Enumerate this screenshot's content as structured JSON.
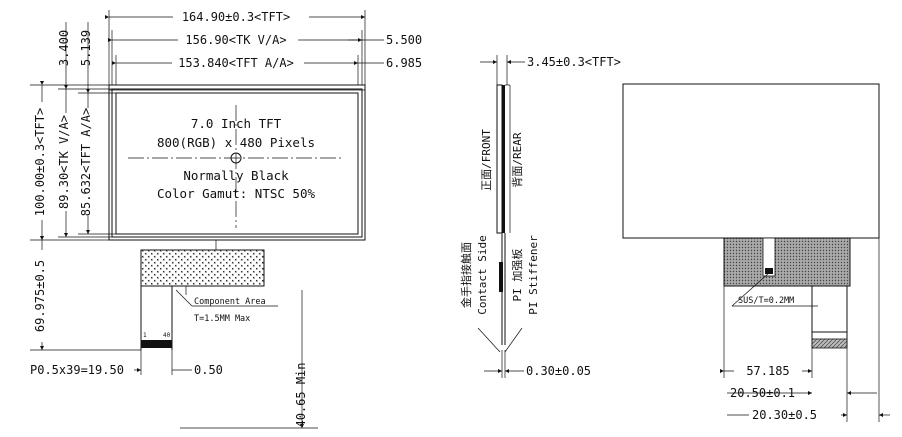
{
  "front_view": {
    "dim_width_tft": "164.90±0.3<TFT>",
    "dim_width_tk_va": "156.90<TK V/A>",
    "dim_width_tft_aa": "153.840<TFT A/A>",
    "dim_right_top": "5.500",
    "dim_right_aa": "6.985",
    "dim_top_3400": "3.400",
    "dim_top_5139": "5.139",
    "dim_height_tft": "100.00±0.3<TFT>",
    "dim_height_tk_va": "89.30<TK V/A>",
    "dim_height_tft_aa": "85.632<TFT A/A>",
    "dim_fpc_height": "69.975±0.5",
    "dim_pitch": "P0.5x39=19.50",
    "dim_pin_width": "0.50",
    "dim_fpc_min": "40.65 Min",
    "component_area_label": "Component Area",
    "component_thickness": "T=1.5MM Max",
    "pin_first": "1",
    "pin_last": "40",
    "lcd_lines": [
      "7.0 Inch TFT",
      "800(RGB) x 480 Pixels",
      "Normally Black",
      "Color Gamut: NTSC 50%"
    ]
  },
  "side_view": {
    "dim_thickness": "3.45±0.3<TFT>",
    "label_front": "正面/FRONT",
    "label_rear": "背面/REAR",
    "label_contact": "金手指接触面",
    "label_contact_en": "Contact Side",
    "label_pi": "PI 加强板",
    "label_pi_en": "PI Stiffener",
    "dim_fpc_thickness": "0.30±0.05"
  },
  "rear_view": {
    "sus_label": "SUS/T=0.2MM",
    "dim_57185": "57.185",
    "dim_2050": "20.50±0.1",
    "dim_2030": "20.30±0.5"
  }
}
